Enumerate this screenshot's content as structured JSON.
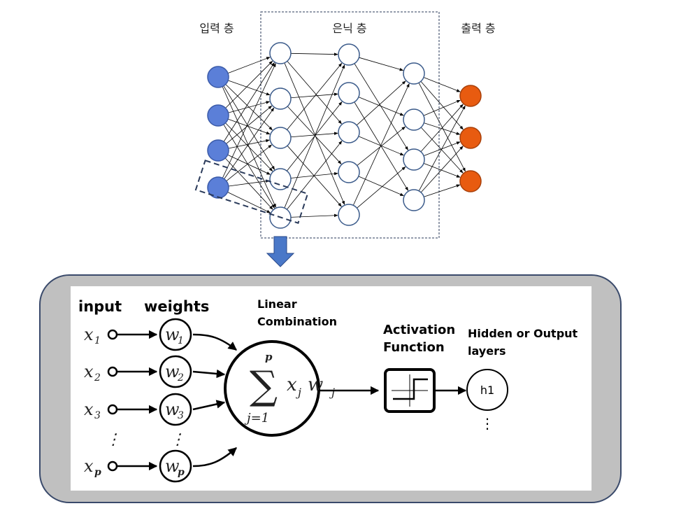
{
  "network": {
    "input_layer_label": "입력 층",
    "hidden_layer_label": "은닉 층",
    "output_layer_label": "출력 층",
    "input_color": "#5b7fd8",
    "output_color": "#e85b10",
    "hidden_color": "#ffffff"
  },
  "detail": {
    "input_label": "input",
    "weights_label": "weights",
    "linear_combination_label": [
      "Linear",
      "Combination"
    ],
    "activation_label": [
      "Activation",
      "Function"
    ],
    "output_label": [
      "Hidden or Output",
      "layers"
    ],
    "h1_label": "h1",
    "inputs": [
      {
        "var": "x",
        "sub": "1"
      },
      {
        "var": "x",
        "sub": "2"
      },
      {
        "var": "x",
        "sub": "3"
      },
      {
        "var": "x",
        "sub": "p"
      }
    ],
    "weights": [
      {
        "var": "w",
        "sub": "1"
      },
      {
        "var": "w",
        "sub": "2"
      },
      {
        "var": "w",
        "sub": "3"
      },
      {
        "var": "w",
        "sub": "p"
      }
    ],
    "sum": {
      "upper": "p",
      "lower": "j=1",
      "term": "x",
      "term_sub": "j",
      "term2": "w",
      "term2_sub": "j"
    },
    "ellipsis": "⋮",
    "panel_bg": "#c0c0c0",
    "panel_border": "#3a4a6b",
    "arrow_color": "#4a78c8"
  }
}
